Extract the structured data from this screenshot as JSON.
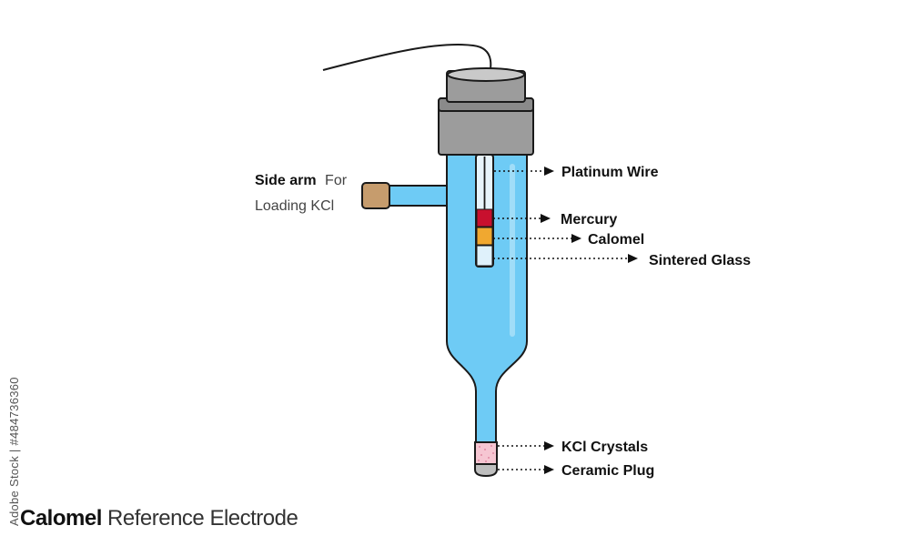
{
  "title": {
    "bold": "Calomel",
    "light": "Reference Electrode"
  },
  "side_arm": {
    "bold": "Side arm",
    "light_inline": "For",
    "light_line2": "Loading KCl"
  },
  "labels": {
    "platinum_wire": "Platinum Wire",
    "mercury": "Mercury",
    "calomel": "Calomel",
    "sintered_glass": "Sintered Glass",
    "kcl_crystals": "KCl Crystals",
    "ceramic_plug": "Ceramic Plug"
  },
  "stock_id": "Adobe Stock | #484736360",
  "colors": {
    "glass_fill": "#6ecbf5",
    "glass_outline": "#1a1a1a",
    "cap_gray": "#9c9c9c",
    "cap_light": "#c9c9c9",
    "stopper_brown": "#c69c6d",
    "mercury_red": "#c8102e",
    "calomel_orange": "#f0a830",
    "inner_tube": "#e8f4fb",
    "kcl_pink": "#f6c6d2",
    "plug_gray": "#bfbfbf"
  }
}
